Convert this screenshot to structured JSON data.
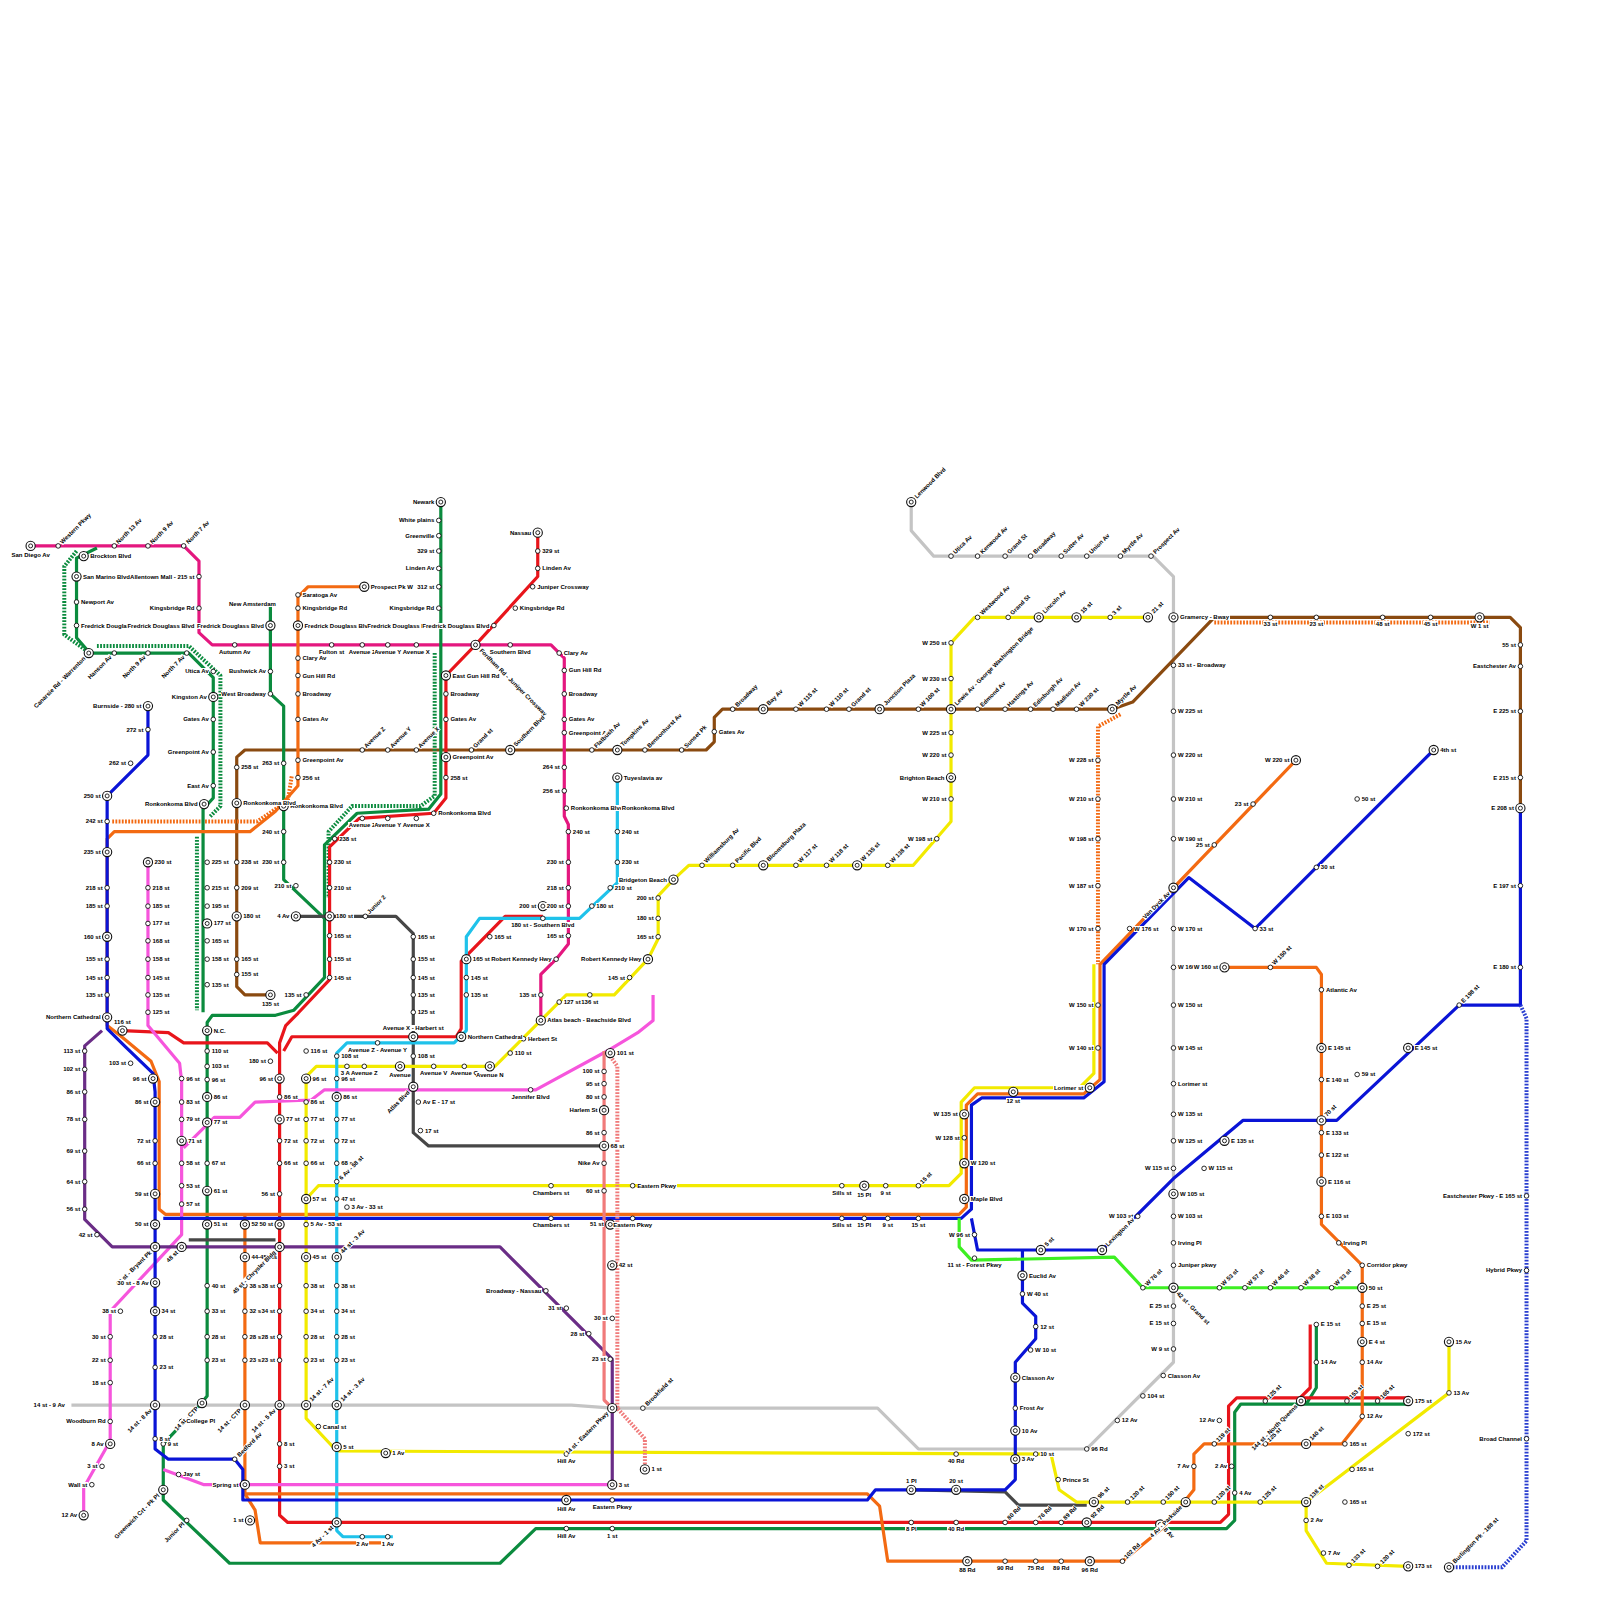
{
  "diagram": {
    "labels": [
      "San Diego Av",
      "Western Pkwy",
      "North 13 Av",
      "North 9 Av",
      "North 7 Av",
      "Brockton Blvd",
      "San Marino Blvd",
      "Newport Av",
      "Fredrick Douglass Blvd",
      "Canarsie Rd - Warrenton",
      "Hanson Av",
      "North 9 Av",
      "North 7 Av",
      "Allentown Mall - 215 st",
      "Kingsbridge Rd",
      "Fredrick Douglass Blvd",
      "Utica Av",
      "Kingston Av",
      "Gates Av",
      "Greenpoint Av",
      "East Av",
      "Ronkonkoma Blvd",
      "New Amsterdam",
      "Autumn Av",
      "Fredrick Douglass Blvd",
      "Saratoga Av",
      "Kingsbridge Rd",
      "Fredrick Douglass Blvd",
      "Fulton st",
      "Avenue Z",
      "Avenue Y",
      "Avenue X",
      "Prospect Pk W",
      "Fredrick Douglass Blvd",
      "Kingsbridge Rd",
      "312 st",
      "Linden Av",
      "329 st",
      "Greenville",
      "White plains",
      "Newark",
      "Nassau",
      "329 st",
      "Linden Av",
      "Juniper Crossway",
      "Kingsbridge Rd",
      "Fredrick Douglass Blvd",
      "Fordham Rd - Juniper Crossway",
      "Southern Blvd",
      "Clary Av",
      "Gun Hill Rd",
      "Broadway",
      "Gates Av",
      "Greenpoint Av",
      "264 st",
      "256 st",
      "Ronkonkoma Blvd",
      "240 st",
      "230 st",
      "218 st",
      "200 st",
      "165 st",
      "Robert Kennedy Hwy",
      "135 st",
      "Atlas beach - Beachside Blvd",
      "East Gun Hill Rd",
      "Broadway",
      "Gates Av",
      "Greenpoint Av",
      "258 st",
      "Ronkonkoma Blvd",
      "Avenue Z",
      "Avenue Y",
      "Avenue X",
      "238 st",
      "230 st",
      "210 st",
      "180 st",
      "165 st",
      "155 st",
      "145 st",
      "135 st",
      "West Broadway",
      "Bushwick Av",
      "Ronkonkoma Blvd",
      "240 st",
      "230 st",
      "210 st",
      "4 Av",
      "Clary Av",
      "Gun Hill Rd",
      "Broadway",
      "Gates Av",
      "Greenpoint Av",
      "256 st",
      "263 st",
      "Avenue Z",
      "Avenue Y",
      "Avenue X",
      "Grand st",
      "Southern Blvd",
      "Flatbush Av",
      "Tompkins Av",
      "Bensonhurst Av",
      "Sunset Pk",
      "Gates Av",
      "Broadway",
      "Bay Av",
      "W 115 st",
      "W 110 st",
      "Grand st",
      "Junction Plaza",
      "W 100 st",
      "Lewis Av - George Washington Bridge",
      "Edmond Av",
      "Hastings Av",
      "Edinburgh Av",
      "Madison Av",
      "W 230 st",
      "Myrtle Av",
      "258 st",
      "Ronkonkoma Blvd",
      "238 st",
      "209 st",
      "180 st",
      "165 st",
      "155 st",
      "135 st",
      "225 st",
      "215 st",
      "195 st",
      "177 st",
      "165 st",
      "158 st",
      "135 st",
      "N.C.",
      "Burnside - 280 st",
      "272 st",
      "262 st",
      "250 st",
      "242 st",
      "235 st",
      "218 st",
      "185 st",
      "160 st",
      "155 st",
      "145 st",
      "135 st",
      "Northern Cathedral",
      "113 st",
      "102 st",
      "86 st",
      "78 st",
      "69 st",
      "64 st",
      "56 st",
      "42 st",
      "230 st",
      "218 st",
      "185 st",
      "177 st",
      "168 st",
      "158 st",
      "145 st",
      "135 st",
      "125 st",
      "116 st",
      "103 st",
      "96 st",
      "86 st",
      "72 st",
      "66 st",
      "59 st",
      "50 st",
      "42 st - Bryant Pk",
      "30 st - 8 Av",
      "34 st",
      "28 st",
      "23 st",
      "14 st - 8 Av",
      "8 st",
      "96 st",
      "83 st",
      "79 st",
      "71 st",
      "58 st",
      "53 st",
      "57 st",
      "48 st",
      "38 st",
      "30 st",
      "22 st",
      "18 st",
      "14 st - 9 Av",
      "Woodburn Rd",
      "8 Av",
      "3 st",
      "Wall st",
      "12 Av",
      "110 st",
      "103 st",
      "96 st",
      "86 st",
      "77 st",
      "67 st",
      "61 st",
      "51 st",
      "40 st",
      "33 st",
      "28 st",
      "23 st",
      "14 st - CTP",
      "College Pl",
      "9 st",
      "Jay st",
      "Greenwich Crt - Pk Pl",
      "Junior Pl",
      "52 st",
      "44-45 sts",
      "38 st",
      "32 st",
      "28 st",
      "23 st",
      "14 st - CTP",
      "Bedford Av",
      "Spring st",
      "1 st",
      "180 st",
      "96 st",
      "86 st",
      "77 st",
      "72 st",
      "66 st",
      "56 st",
      "50 st",
      "45 st - Chrysler Bldg",
      "38 st",
      "34 st",
      "28 st",
      "23 st",
      "14 st - 5 Av",
      "8 st",
      "3 st",
      "116 st",
      "96 st",
      "86 st",
      "77 st",
      "72 st",
      "66 st",
      "57 st",
      "5 Av - 53 st",
      "45 st",
      "38 st",
      "34 st",
      "28 st",
      "23 st",
      "14 st - 7 Av",
      "Canal st",
      "5 st",
      "1 Av",
      "108 st",
      "96 st",
      "86 st",
      "77 st",
      "72 st",
      "68 st",
      "6 Av - 58 st",
      "47 st",
      "3 Av - 33 st",
      "44 st - 3 Av",
      "38 st",
      "34 st",
      "28 st",
      "23 st",
      "14 st - 3 Av",
      "4 Av - 1 st",
      "2 Av",
      "1 Av",
      "Avenue X - Harbert st",
      "Avenue Z - Avenue Y",
      "3 Av",
      "Avenue Z",
      "Avenue",
      "Avenue V",
      "Avenue Q",
      "Avenue N",
      "Jennifer Blvd",
      "Northern Cathedral",
      "165 st",
      "155 st",
      "145 st",
      "135 st",
      "125 st",
      "108 st",
      "Atlas Blvd",
      "Av E - 17 st",
      "17 st",
      "Junior 2",
      "165 st",
      "165 st",
      "145 st",
      "135 st",
      "180 st - Southern Blvd",
      "200 st",
      "Tuyeslavia av",
      "Ronkonkoma Blvd",
      "240 st",
      "230 st",
      "210 st",
      "180 st",
      "Herbert St",
      "110 st",
      "127 st",
      "136 st",
      "145 st",
      "Robert Kennedy Hwy",
      "165 st",
      "180 st",
      "200 st",
      "Bridgeton Beach",
      "Williamsburg Av",
      "Pacific Blvd",
      "Bloomsburg Plaza",
      "W 117 st",
      "W 118 st",
      "W 135 st",
      "W 138 st",
      "W 198 st",
      "W 210 st",
      "Brighton Beach",
      "W 220 st",
      "W 225 st",
      "W 230 st",
      "W 250 st",
      "Westwood Av",
      "Grand St",
      "Lincoln Av",
      "15 st",
      "3 st",
      "21 st",
      "Lenwood Blvd",
      "Utica Av",
      "Kenwood Av",
      "Grand St",
      "Broadway",
      "Sutter Av",
      "Union Av",
      "Myrtle Av",
      "Prospect Av",
      "Gramercy - Bway",
      "33 st - Broadway",
      "W 225 st",
      "W 220 st",
      "W 210 st",
      "W 190 st",
      "Van Dyck Av",
      "W 170 st",
      "W 160 st",
      "W 150 st",
      "W 145 st",
      "Lorimer st",
      "W 135 st",
      "W 125 st",
      "W 115 st",
      "W 103 st",
      "Irving Pl",
      "Juniper pkwy",
      "42 st - Grand st",
      "E 25 st",
      "E 15 st",
      "W 9 st",
      "Classon Av",
      "104 st",
      "12 Av",
      "96 Rd",
      "33 st",
      "23 st",
      "48 st",
      "45 st",
      "W 1 st",
      "55 st",
      "Eastchester Av",
      "E 225 st",
      "E 215 st",
      "E 208 st",
      "E 197 st",
      "E 180 st",
      "Eastchester Pkwy - E 165 st",
      "Hybrid Pkwy",
      "Broad Channel",
      "Burlington Pk - 188 st",
      "W 228 st",
      "W 210 st",
      "W 198 st",
      "W 187 st",
      "W 170 st",
      "W 150 st",
      "W 140 st",
      "Lorimer st",
      "W 220 st",
      "23 st",
      "25 st",
      "W 176 st",
      "W 160 st",
      "W 150 st",
      "Atlantic Av",
      "E 145 st",
      "E 140 st",
      "70 st",
      "E 133 st",
      "E 122 st",
      "E 116 st",
      "E 103 st",
      "Irving Pl",
      "Corridor pkwy",
      "50 st",
      "E 25 st",
      "E 15 st",
      "E 4 st",
      "14 Av",
      "12 Av",
      "4th st",
      "50 st",
      "30 st",
      "33 st",
      "E 145 st",
      "59 st",
      "E 135 st",
      "W 115 st",
      "W 105 st",
      "W 103 st",
      "Lexington Av",
      "5 st",
      "E 198 st",
      "W 135 st",
      "W 128 st",
      "W 120 st",
      "Maple Blvd",
      "W 96 st",
      "12 st",
      "11 st - Forest Pkwy",
      "Euclid Av",
      "W 40 st",
      "12 st",
      "W 10 st",
      "Classon Av",
      "Frost Av",
      "10 Av",
      "3 Av",
      "W 76 st",
      "W 53 st",
      "W 57 st",
      "W 46 st",
      "W 38 st",
      "W 33 st",
      "Chambers st",
      "Eastern Pkwy",
      "Sills st",
      "15 Pl",
      "9 st",
      "15 st",
      "Chambers st",
      "Eastern Pkwy",
      "Sills st",
      "15 Pl",
      "9 st",
      "15 st",
      "101 st",
      "100 st",
      "95 st",
      "80 st",
      "Harlem St",
      "86 st",
      "68 st",
      "Nike Av",
      "60 st",
      "51 st",
      "42 st",
      "30 st",
      "23 st",
      "Broadway - Nassau",
      "31 st",
      "28 st",
      "14 st - Eastern Pkwy",
      "Brookfield st",
      "1 st",
      "3 st",
      "Hill Av",
      "Hill Av",
      "Eastern Pkwy",
      "Hill Av",
      "1 st",
      "40 Rd",
      "1 Pl",
      "20 st",
      "10 st",
      "Prince St",
      "8 Pl",
      "40 Rd",
      "80 Rd",
      "76 Rd",
      "89 Rd",
      "92 Rd",
      "88 Rd",
      "90 Rd",
      "75 Rd",
      "89 Rd",
      "96 Rd",
      "102 Rd",
      "4 Av - Parkside",
      "8 Av",
      "96 st",
      "120 st",
      "150 st",
      "120 st",
      "125 st",
      "138 st",
      "165 st",
      "2 Av",
      "7 Av",
      "133 st",
      "120 st",
      "173 st",
      "165 st",
      "172 st",
      "13 Av",
      "15 Av",
      "12 Av",
      "7 Av",
      "2 Av",
      "4 Av",
      "119 st",
      "125 st",
      "140 st",
      "165 st",
      "125 st",
      "144 st - North Queens",
      "153 st",
      "165 st",
      "175 st",
      "14 Av",
      "E 15 st"
    ]
  }
}
